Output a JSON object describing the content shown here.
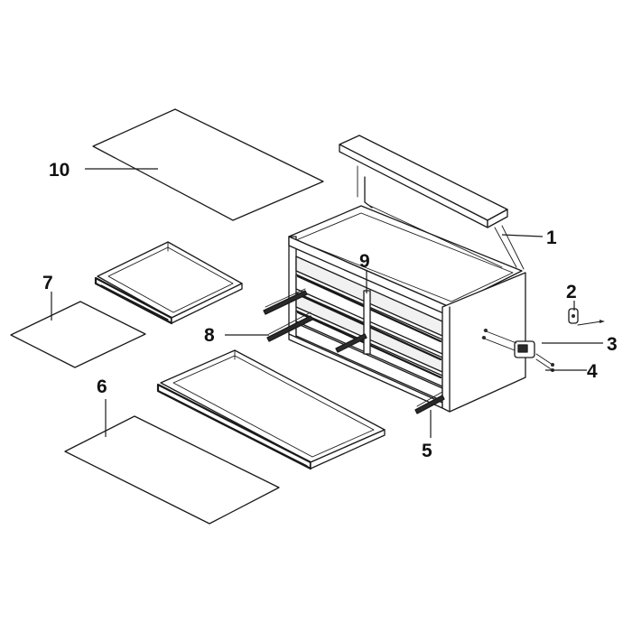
{
  "callouts": [
    {
      "id": "1",
      "text": "1"
    },
    {
      "id": "2",
      "text": "2"
    },
    {
      "id": "3",
      "text": "3"
    },
    {
      "id": "4",
      "text": "4"
    },
    {
      "id": "5",
      "text": "5"
    },
    {
      "id": "6",
      "text": "6"
    },
    {
      "id": "7",
      "text": "7"
    },
    {
      "id": "8",
      "text": "8"
    },
    {
      "id": "9",
      "text": "9"
    },
    {
      "id": "10",
      "text": "10"
    }
  ]
}
